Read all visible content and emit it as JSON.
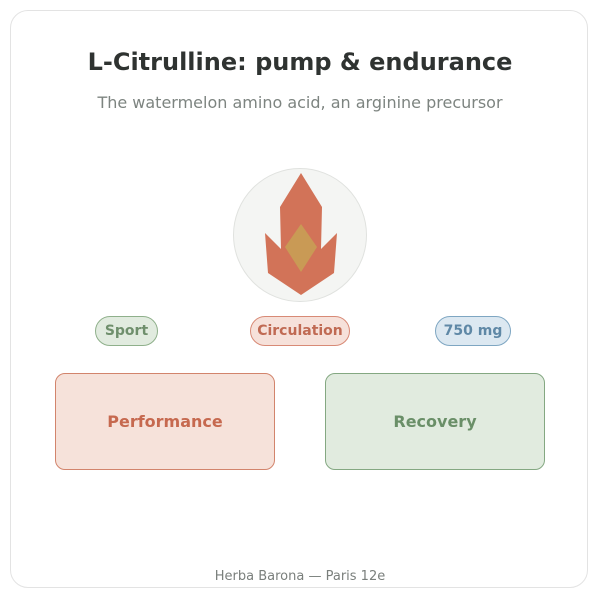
{
  "header": {
    "title": "L-Citrulline: pump & endurance",
    "subtitle": "The watermelon amino acid, an arginine precursor"
  },
  "emblem": {
    "icon": "flame-icon",
    "colors": {
      "flame": "#d27358",
      "core": "#c99a55",
      "circle": "#f4f5f3"
    }
  },
  "tags": {
    "sport": "Sport",
    "circulation": "Circulation",
    "dose": "750 mg"
  },
  "benefits": {
    "performance": "Performance",
    "recovery": "Recovery"
  },
  "footer": {
    "text": "Herba Barona — Paris 12e"
  },
  "colors": {
    "accent_red": "#c6694f",
    "accent_green": "#6a8f68",
    "accent_blue": "#5f88a6"
  }
}
